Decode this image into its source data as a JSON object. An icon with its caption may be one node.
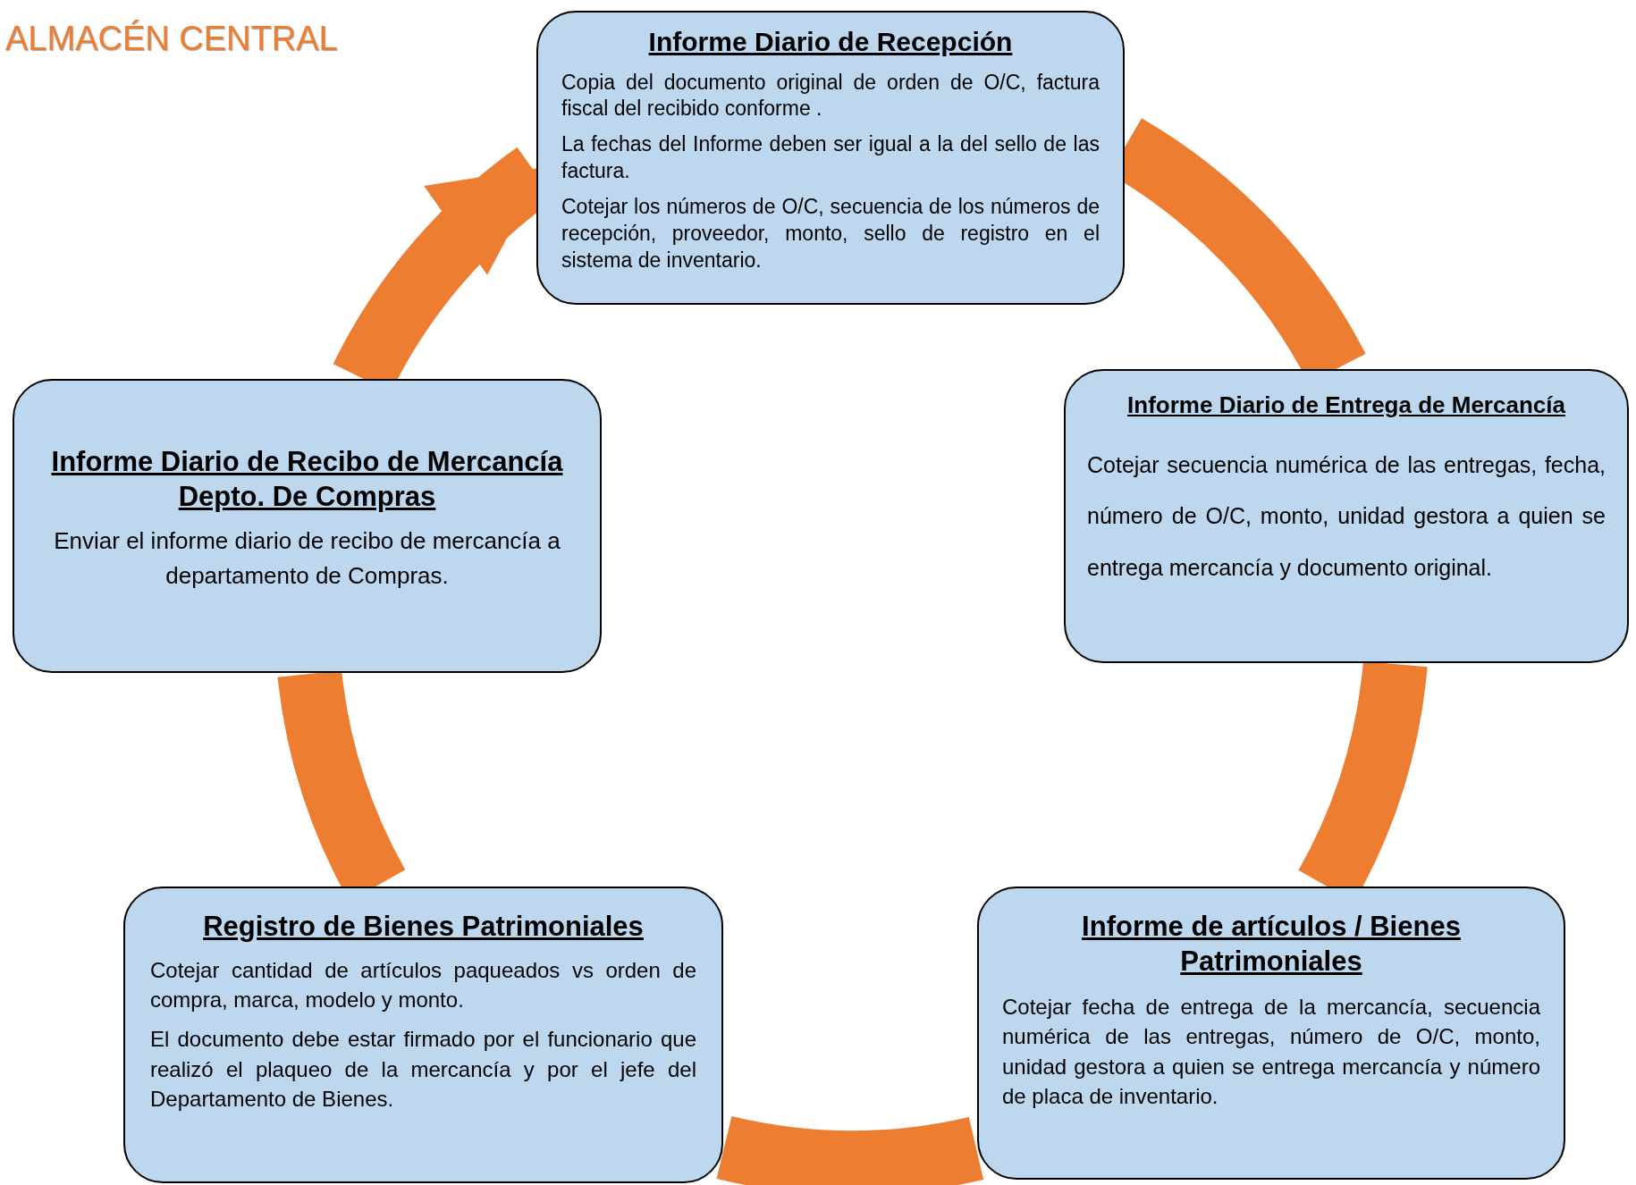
{
  "diagram": {
    "title": "ALMACÉN CENTRAL",
    "nodes": [
      {
        "text": [
          "Informe Diario de Recepción",
          "Copia del documento original de orden de O/C, factura fiscal del recibido conforme .",
          "La fechas del Informe deben ser igual a la del sello de las factura.",
          "Cotejar los números de O/C, secuencia de los números de recepción, proveedor, monto, sello de registro en el sistema de inventario."
        ]
      },
      {
        "text": [
          "Informe Diario de Entrega de Mercancía",
          "Cotejar secuencia numérica de las entregas, fecha, número de O/C, monto, unidad gestora a quien se entrega mercancía y documento original."
        ]
      },
      {
        "text": [
          "Informe de artículos / Bienes Patrimoniales",
          "Cotejar fecha de entrega de la mercancía, secuencia numérica de las entregas, número de O/C, monto, unidad gestora a quien se entrega mercancía y número de placa de inventario."
        ]
      },
      {
        "text": [
          "Registro de Bienes Patrimoniales",
          "Cotejar cantidad de artículos paqueados vs orden de compra, marca, modelo y monto.",
          "El documento debe estar firmado por el funcionario que realizó el plaqueo de la mercancía y por el jefe del Departamento de Bienes."
        ]
      },
      {
        "text": [
          "Informe Diario de Recibo de Mercancía Depto. De Compras",
          "Enviar el informe diario de recibo de mercancía a departamento de Compras."
        ]
      }
    ],
    "edges": [
      {
        "from": 0,
        "to": 1,
        "arrow": "none"
      },
      {
        "from": 1,
        "to": 2,
        "arrow": "none"
      },
      {
        "from": 2,
        "to": 3,
        "arrow": "none"
      },
      {
        "from": 3,
        "to": 4,
        "arrow": "none"
      },
      {
        "from": 4,
        "to": 0,
        "arrow": "to"
      }
    ]
  }
}
